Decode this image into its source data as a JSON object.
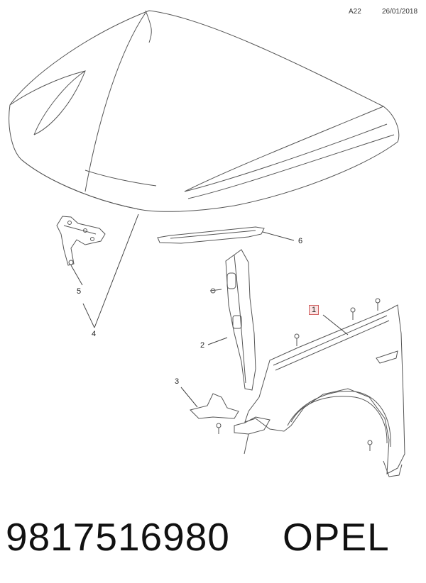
{
  "header": {
    "code": "A22",
    "date": "26/01/2018"
  },
  "callouts": {
    "c1": "1",
    "c2": "2",
    "c3": "3",
    "c4": "4",
    "c5": "5",
    "c6": "6"
  },
  "footer": {
    "part_number": "9817516980",
    "brand": "OPEL"
  },
  "colors": {
    "line": "#555555",
    "highlight_box_border": "#d06060",
    "highlight_box_fill": "#fbe3e3"
  }
}
